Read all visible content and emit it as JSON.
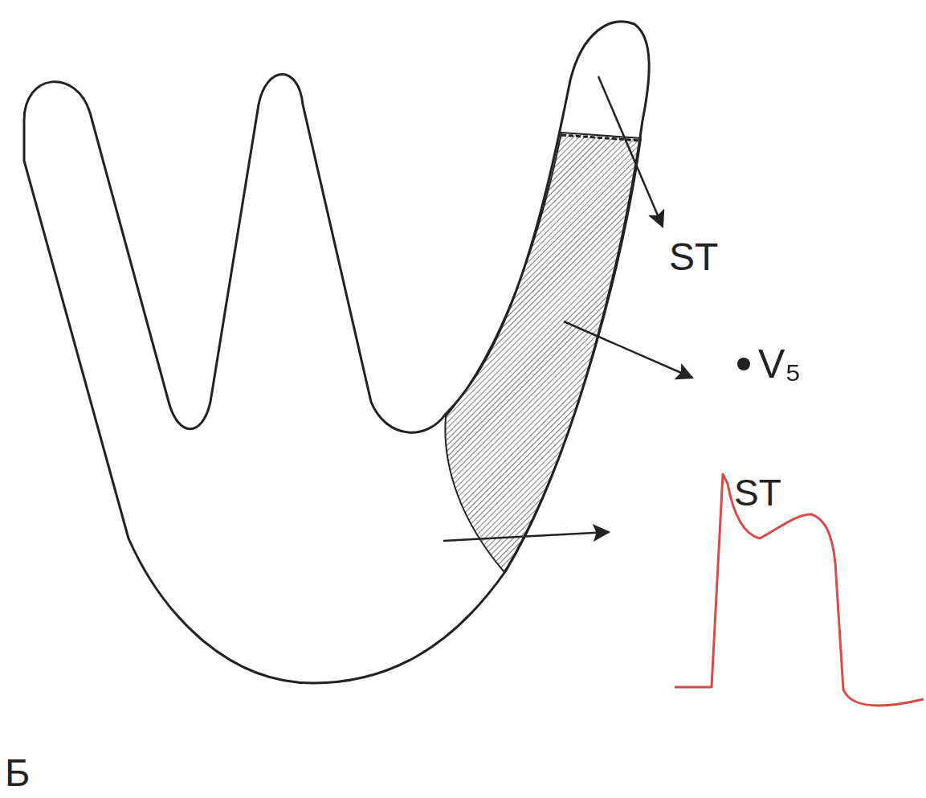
{
  "diagram": {
    "labels": [
      "ST",
      "V₅",
      "ST",
      "Б"
    ]
  }
}
